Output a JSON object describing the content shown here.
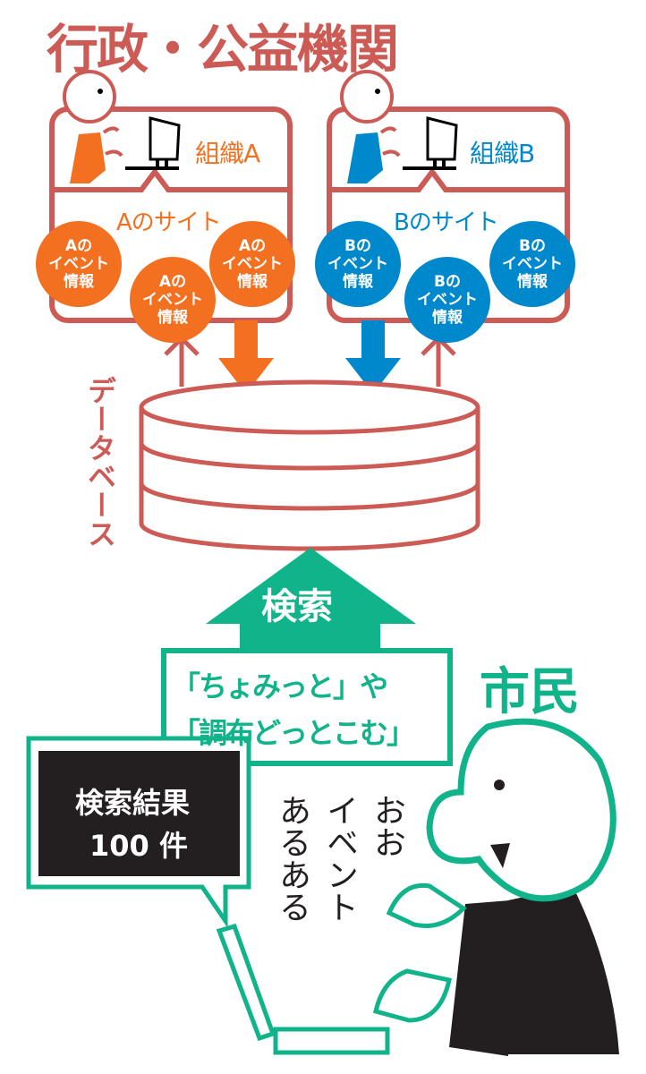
{
  "title": "行政・公益機関",
  "colors": {
    "red": "#cc5a55",
    "orange": "#f37021",
    "blue": "#0088cc",
    "green": "#10b38a",
    "black": "#231f20"
  },
  "org_a": {
    "name": "組織A",
    "site": "Aのサイト",
    "events": [
      {
        "line1": "Aの",
        "line2": "イベント",
        "line3": "情報"
      },
      {
        "line1": "Aの",
        "line2": "イベント",
        "line3": "情報"
      },
      {
        "line1": "Aの",
        "line2": "イベント",
        "line3": "情報"
      }
    ]
  },
  "org_b": {
    "name": "組織B",
    "site": "Bのサイト",
    "events": [
      {
        "line1": "Bの",
        "line2": "イベント",
        "line3": "情報"
      },
      {
        "line1": "Bの",
        "line2": "イベント",
        "line3": "情報"
      },
      {
        "line1": "Bの",
        "line2": "イベント",
        "line3": "情報"
      }
    ]
  },
  "database_label": "データベース",
  "search_label": "検索",
  "query": {
    "line1": "「ちょみっと」や",
    "line2": "「調布どっとこむ」"
  },
  "citizen_label": "市民",
  "result": {
    "line1": "検索結果",
    "line2": "100 件"
  },
  "speech": [
    "おお",
    "イベント",
    "あるある"
  ]
}
